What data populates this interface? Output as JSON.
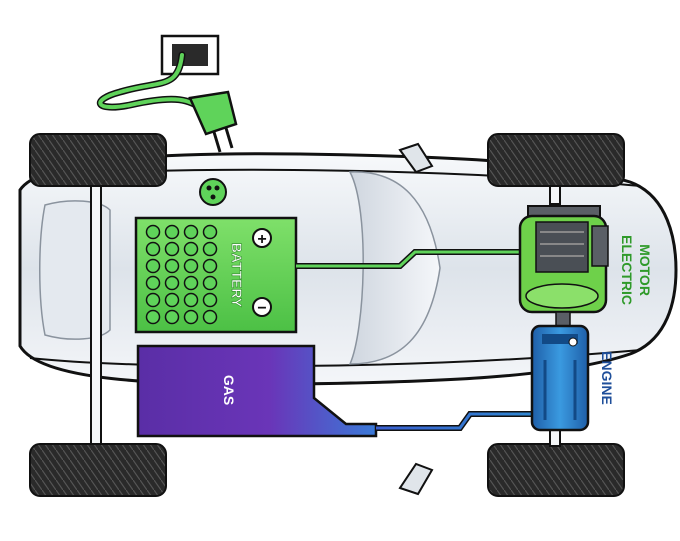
{
  "labels": {
    "battery": "BATTERY",
    "gas": "GAS",
    "electric": "ELECTRIC",
    "motor": "MOTOR",
    "engine": "ENGINE",
    "plus": "+",
    "minus": "−"
  },
  "colors": {
    "battery_green": "#5fd35a",
    "battery_dark": "#2f8a2a",
    "motor_green": "#6ed14a",
    "label_green": "#2f9a2a",
    "gas_purple": "#5a2ea6",
    "gas_blue": "#3a6fd8",
    "engine_blue": "#2f86d0",
    "engine_label": "#1f4f9a",
    "tire": "#2a2a2a",
    "body": "#e9edf2",
    "outline": "#111111"
  },
  "icons": [
    "plug-icon",
    "wall-outlet-icon",
    "charge-port-icon"
  ]
}
